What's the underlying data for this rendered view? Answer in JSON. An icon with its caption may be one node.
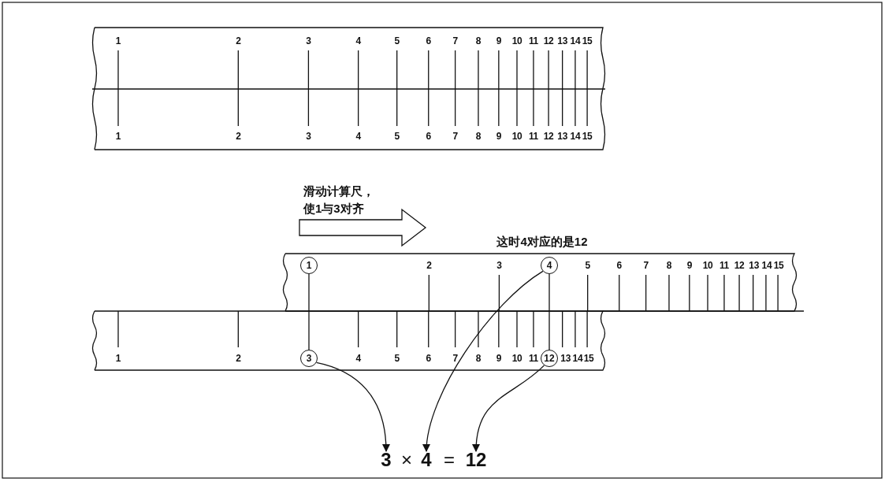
{
  "diagram": {
    "nodes": [
      {
        "text": [
          "1"
        ]
      },
      {
        "text": [
          "4"
        ]
      },
      {
        "text": [
          "3"
        ]
      },
      {
        "text": [
          "12"
        ]
      },
      {
        "text": [
          "3"
        ]
      },
      {
        "text": [
          "4"
        ]
      },
      {
        "text": [
          "12"
        ]
      }
    ],
    "edges": [
      {
        "from": 0,
        "to": 2,
        "arrow": "none"
      },
      {
        "from": 1,
        "to": 3,
        "arrow": "none"
      },
      {
        "from": 2,
        "to": 4,
        "arrow": "to"
      },
      {
        "from": 1,
        "to": 5,
        "arrow": "to"
      },
      {
        "from": 3,
        "to": 6,
        "arrow": "to"
      }
    ],
    "labels": [
      "滑动计算尺，使1与3对齐",
      "这时4对应的是12",
      "1",
      "2",
      "3",
      "4",
      "5",
      "6",
      "7",
      "8",
      "9",
      "10",
      "11",
      "12",
      "13",
      "14",
      "15",
      "1",
      "2",
      "3",
      "4",
      "5",
      "6",
      "7",
      "8",
      "9",
      "10",
      "11",
      "12",
      "13",
      "14",
      "15",
      "2",
      "3",
      "5",
      "6",
      "7",
      "8",
      "9",
      "10",
      "11",
      "12",
      "13",
      "14",
      "15",
      "1",
      "2",
      "4",
      "5",
      "6",
      "7",
      "8",
      "9",
      "10",
      "11",
      "13",
      "14",
      "15",
      "×",
      "="
    ]
  }
}
